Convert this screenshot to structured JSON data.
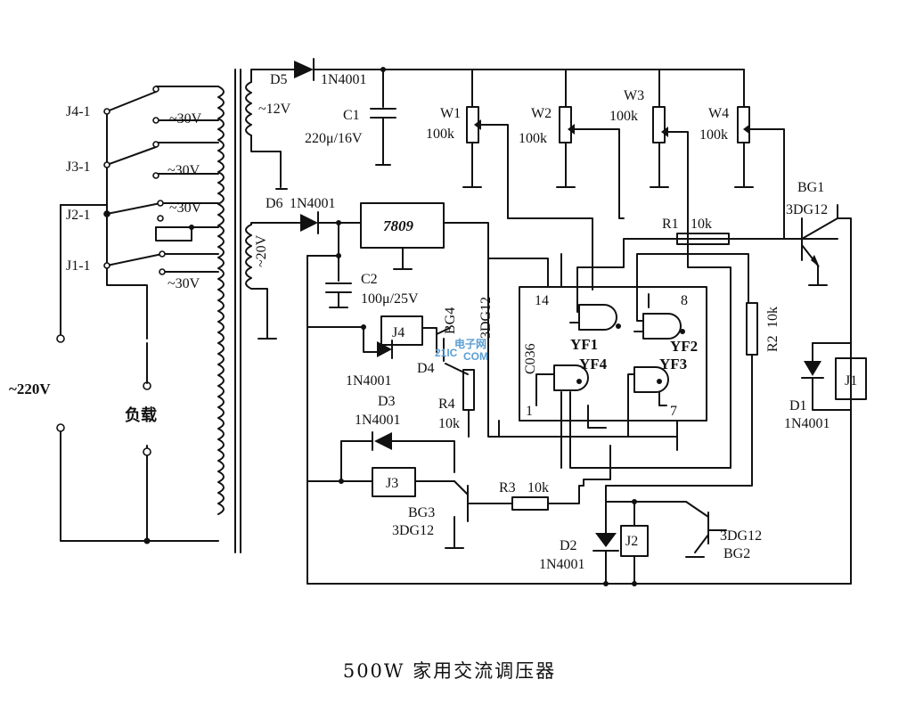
{
  "caption": "500W 家用交流调压器",
  "mains": {
    "input": "~220V",
    "load": "负载"
  },
  "transformer": {
    "taps": [
      "~30V",
      "~30V",
      "~30V",
      "~30V"
    ],
    "sec1": "~12V",
    "sec2": "~20V"
  },
  "relay_contacts": [
    "J4-1",
    "J3-1",
    "J2-1",
    "J1-1"
  ],
  "relays": {
    "J1": "J1",
    "J2": "J2",
    "J3": "J3",
    "J4": "J4"
  },
  "diodes": {
    "D5": {
      "ref": "D5",
      "part": "1N4001"
    },
    "D6": {
      "ref": "D6",
      "part": "1N4001"
    },
    "D1": {
      "ref": "D1",
      "part": "1N4001"
    },
    "D2": {
      "ref": "D2",
      "part": "1N4001"
    },
    "D3": {
      "ref": "D3",
      "part": "1N4001"
    },
    "D4": {
      "ref": "D4",
      "part": "1N4001"
    }
  },
  "capacitors": {
    "C1": {
      "ref": "C1",
      "value": "220μ/16V"
    },
    "C2": {
      "ref": "C2",
      "value": "100μ/25V"
    }
  },
  "regulator": "7809",
  "pots": [
    {
      "ref": "W1",
      "value": "100k"
    },
    {
      "ref": "W2",
      "value": "100k"
    },
    {
      "ref": "W3",
      "value": "100k"
    },
    {
      "ref": "W4",
      "value": "100k"
    }
  ],
  "resistors": {
    "R1": {
      "ref": "R1",
      "value": "10k"
    },
    "R2": {
      "ref": "R2",
      "value": "10k"
    },
    "R3": {
      "ref": "R3",
      "value": "10k"
    },
    "R4": {
      "ref": "R4",
      "value": "10k"
    }
  },
  "transistors": {
    "BG1": {
      "ref": "BG1",
      "part": "3DG12"
    },
    "BG2": {
      "ref": "BG2",
      "part": "3DG12"
    },
    "BG3": {
      "ref": "BG3",
      "part": "3DG12"
    },
    "BG4": {
      "ref": "BG4",
      "part": "3DG12"
    }
  },
  "ic": {
    "part": "C036",
    "pins": {
      "p14": "14",
      "p8": "8",
      "p1": "1",
      "p7": "7"
    },
    "gates": [
      "YF1",
      "YF2",
      "YF3",
      "YF4"
    ]
  },
  "watermark": {
    "line1": "电子网",
    "line2": "COM",
    "logo": "21IC"
  }
}
